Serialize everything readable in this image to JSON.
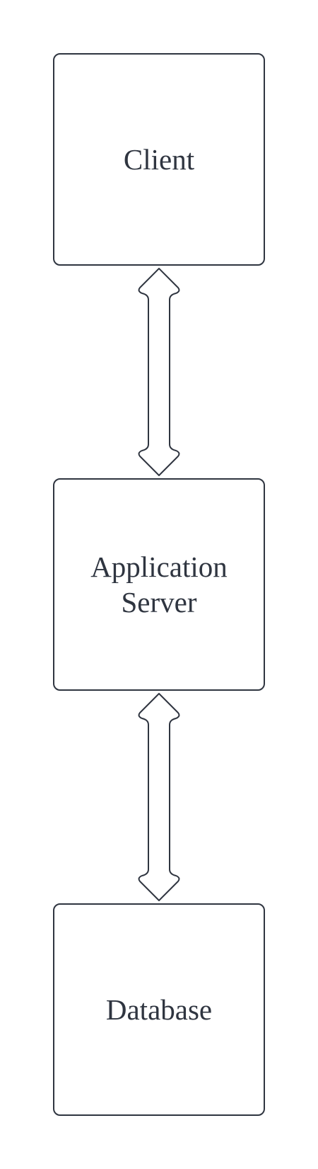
{
  "diagram": {
    "nodes": [
      {
        "id": "client",
        "lines": [
          "Client"
        ]
      },
      {
        "id": "app_server",
        "lines": [
          "Application",
          "Server"
        ]
      },
      {
        "id": "database",
        "lines": [
          "Database"
        ]
      }
    ],
    "edges": [
      {
        "from": "client",
        "to": "app_server",
        "style": "double-headed block arrow"
      },
      {
        "from": "app_server",
        "to": "database",
        "style": "double-headed block arrow"
      }
    ],
    "colors": {
      "stroke": "#2f3540",
      "text": "#2f3540",
      "background": "#ffffff"
    }
  }
}
